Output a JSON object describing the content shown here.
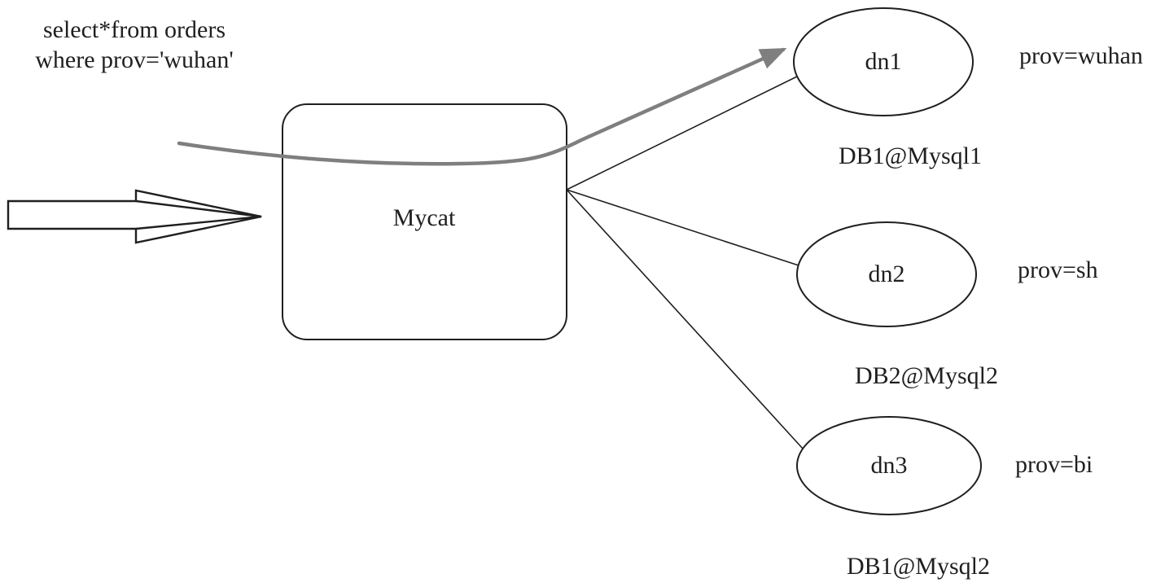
{
  "query": {
    "line1": "select*from orders",
    "line2": "where prov='wuhan'"
  },
  "gateway": {
    "label": "Mycat"
  },
  "datanodes": [
    {
      "name": "dn1",
      "shard_rule": "prov=wuhan",
      "datasource": "DB1@Mysql1"
    },
    {
      "name": "dn2",
      "shard_rule": "prov=sh",
      "datasource": "DB2@Mysql2"
    },
    {
      "name": "dn3",
      "shard_rule": "prov=bi",
      "datasource": "DB1@Mysql2"
    }
  ],
  "colors": {
    "stroke": "#1f1f1f",
    "route_highlight": "#7f7f7f",
    "background": "#ffffff"
  }
}
